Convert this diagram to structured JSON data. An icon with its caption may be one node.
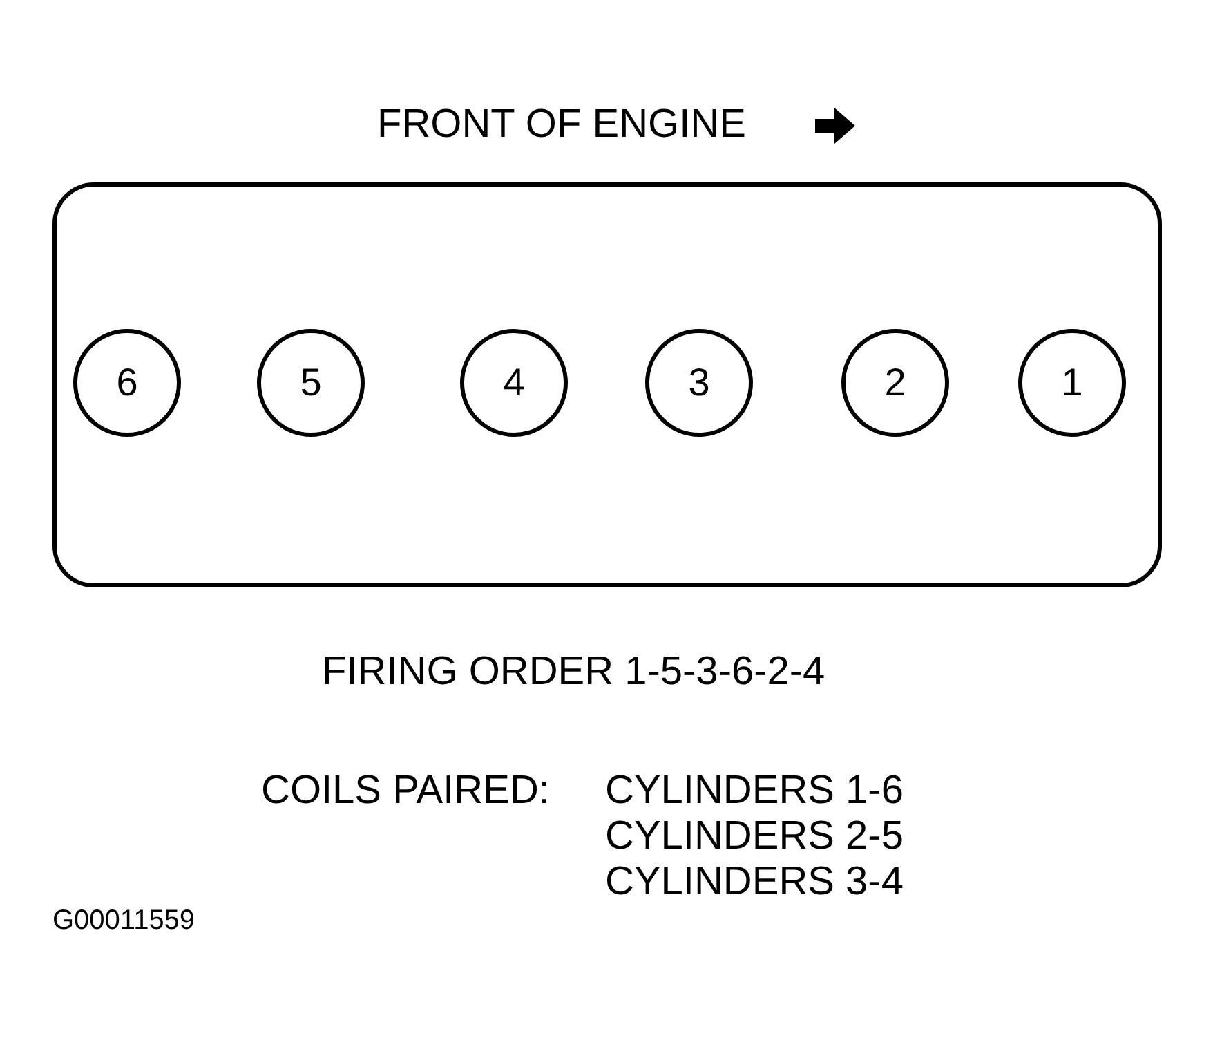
{
  "diagram": {
    "nodes": [
      {
        "text": [],
        "shape": "box"
      },
      {
        "text": [
          "6"
        ],
        "in": 0
      },
      {
        "text": [
          "5"
        ],
        "in": 0
      },
      {
        "text": [
          "4"
        ],
        "in": 0
      },
      {
        "text": [
          "3"
        ],
        "in": 0
      },
      {
        "text": [
          "2"
        ],
        "in": 0
      },
      {
        "text": [
          "1"
        ],
        "in": 0
      }
    ],
    "edges": [],
    "labels": [
      "FRONT OF ENGINE",
      "FIRING ORDER 1-5-3-6-2-4",
      "COILS PAIRED:",
      "CYLINDERS 1-6",
      "CYLINDERS 2-5",
      "CYLINDERS 3-4",
      "G00011559"
    ]
  }
}
